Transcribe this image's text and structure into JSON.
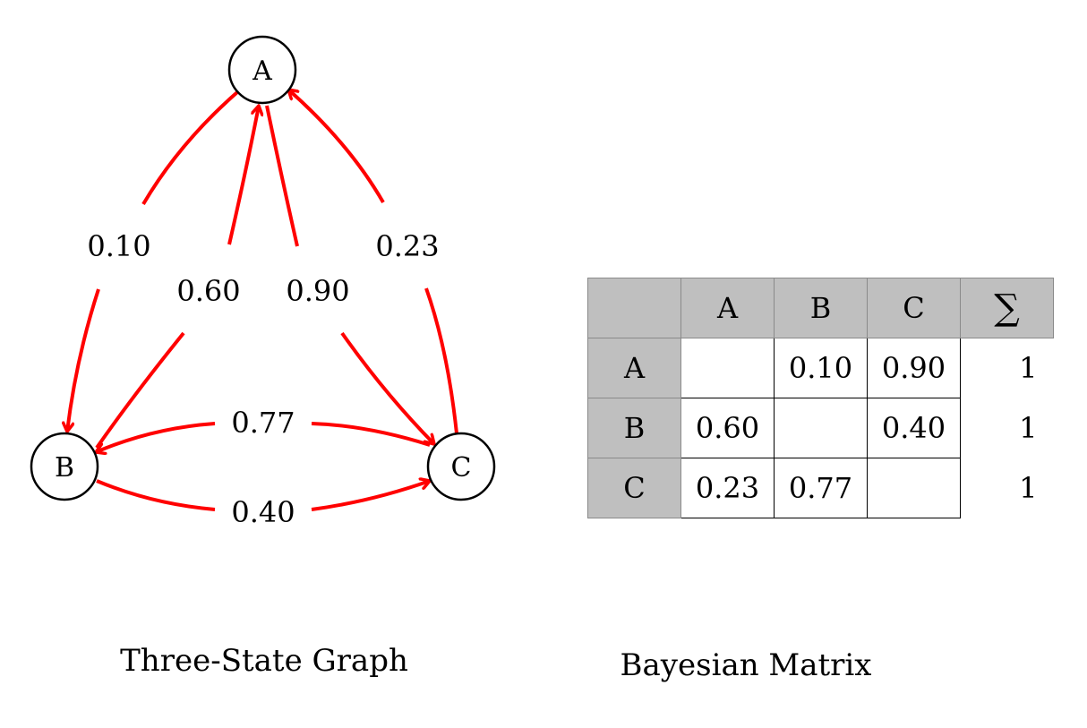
{
  "graph": {
    "caption": "Three-State Graph",
    "nodes": [
      {
        "id": "A",
        "label": "A"
      },
      {
        "id": "B",
        "label": "B"
      },
      {
        "id": "C",
        "label": "C"
      }
    ],
    "edges": [
      {
        "id": "A-B",
        "from": "A",
        "to": "B",
        "label": "0.10"
      },
      {
        "id": "B-A",
        "from": "B",
        "to": "A",
        "label": "0.60"
      },
      {
        "id": "A-C",
        "from": "A",
        "to": "C",
        "label": "0.90"
      },
      {
        "id": "C-A",
        "from": "C",
        "to": "A",
        "label": "0.23"
      },
      {
        "id": "C-B",
        "from": "C",
        "to": "B",
        "label": "0.77"
      },
      {
        "id": "B-C",
        "from": "B",
        "to": "C",
        "label": "0.40"
      }
    ],
    "edge_color": "#ff0000"
  },
  "matrix": {
    "caption": "Bayesian Matrix",
    "corner": "",
    "col_headers": [
      "A",
      "B",
      "C"
    ],
    "sum_header": "∑",
    "rows": [
      {
        "label": "A",
        "cells": [
          "",
          "0.10",
          "0.90"
        ],
        "sum": "1"
      },
      {
        "label": "B",
        "cells": [
          "0.60",
          "",
          "0.40"
        ],
        "sum": "1"
      },
      {
        "label": "C",
        "cells": [
          "0.23",
          "0.77",
          ""
        ],
        "sum": "1"
      }
    ],
    "header_color": "#bfbfbf"
  }
}
